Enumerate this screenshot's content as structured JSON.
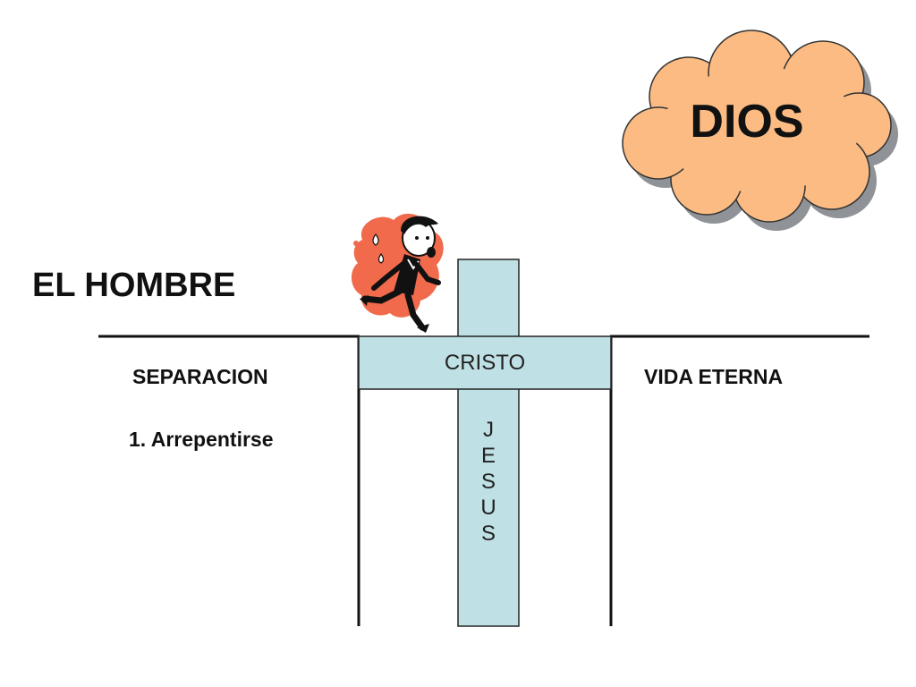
{
  "labels": {
    "man": "EL HOMBRE",
    "god": "DIOS",
    "left_gap": "SEPARACION",
    "right_gap": "VIDA ETERNA",
    "step_1": "1. Arrepentirse",
    "cross_horizontal": "CRISTO",
    "cross_vertical": [
      "J",
      "E",
      "S",
      "U",
      "S"
    ]
  },
  "colors": {
    "cross_fill": "#bfe0e4",
    "cloud_fill": "#fbbb82",
    "cloud_shadow": "#8f9296",
    "lines": "#111111",
    "figure_splash": "#f06a4b"
  },
  "icons": {
    "cloud": "cloud-shape",
    "figure": "running-man-icon"
  }
}
